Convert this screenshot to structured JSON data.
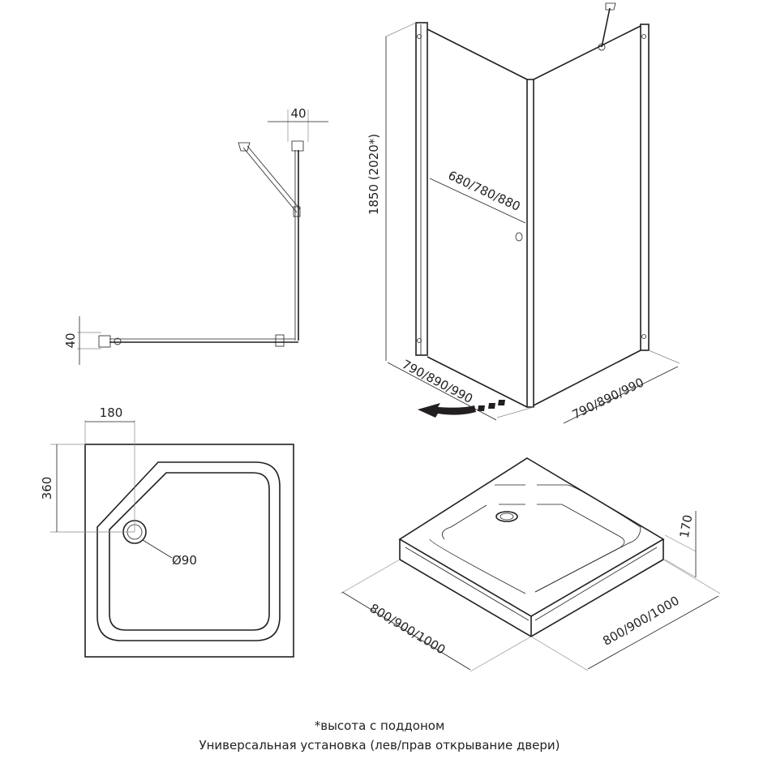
{
  "plan_view": {
    "dim_top": "40",
    "dim_left": "40"
  },
  "enclosure": {
    "height": "1850  (2020*)",
    "door_width": "680/780/880",
    "left_width": "790/890/990",
    "right_width": "790/890/990"
  },
  "tray_plan": {
    "dim_180": "180",
    "dim_360": "360",
    "drain": "Ø90"
  },
  "tray_iso": {
    "height": "170",
    "width_left": "800/900/1000",
    "width_right": "800/900/1000"
  },
  "footer": {
    "note": "*высота с поддоном",
    "caption": "Универсальная установка (лев/прав открывание двери)"
  }
}
